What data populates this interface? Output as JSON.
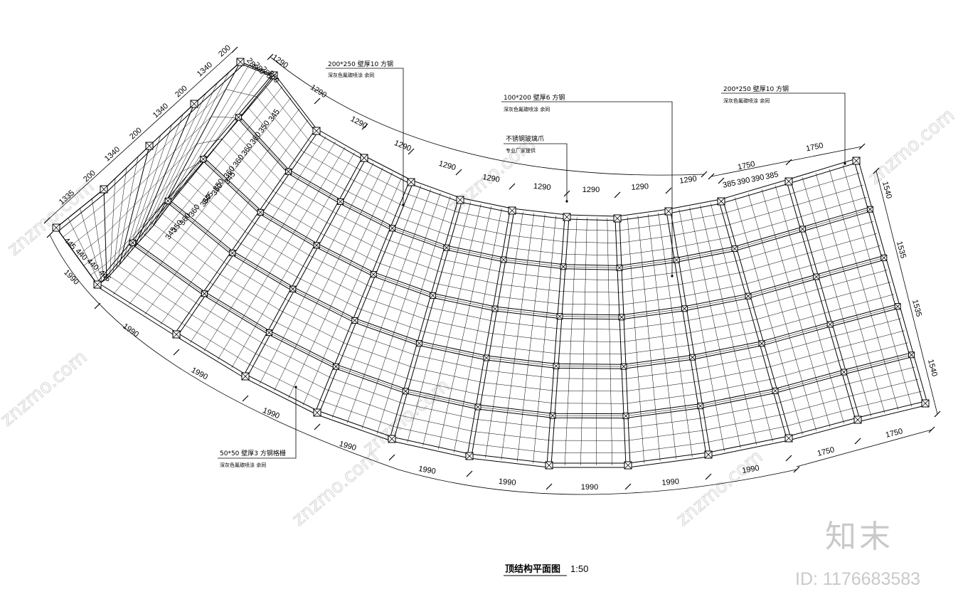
{
  "drawing": {
    "title": "顶结构平面图",
    "scale": "1:50",
    "brand_logo": "知末",
    "brand_id": "ID: 1176683583",
    "watermark_text": "znzmo.com",
    "colors": {
      "line": "#000000",
      "watermark": "#d6d6d6",
      "background": "#ffffff"
    }
  },
  "annotations": {
    "main_beam_left": {
      "spec": "200*250  壁厚10  方钢",
      "finish": "深灰色氟碳喷涂  余同"
    },
    "secondary_beam": {
      "spec": "100*200  壁厚6  方钢",
      "finish": "深灰色氟碳喷涂  余同"
    },
    "glass_clamp": {
      "spec": "不锈钢玻璃爪",
      "supplier": "专业厂家提供"
    },
    "main_beam_right": {
      "spec": "200*250  壁厚10  方钢",
      "finish": "深灰色氟碳喷涂  余同"
    },
    "grille": {
      "spec": "50*50  壁厚3  方钢格栅",
      "finish": "深灰色氟碳喷涂  余同"
    }
  },
  "dimensions": {
    "left_outer": [
      "200",
      "1340",
      "200",
      "1340",
      "200",
      "1340",
      "200",
      "1335"
    ],
    "top_inner": [
      "1290",
      "1290",
      "1290",
      "1290",
      "1290",
      "1290",
      "1290",
      "1290",
      "1290",
      "1290"
    ],
    "top_right": [
      "1750",
      "1750"
    ],
    "top_sub": [
      "280",
      "280",
      "280",
      "280"
    ],
    "right_sub": [
      "385",
      "390",
      "390",
      "385"
    ],
    "grid_sub_upper": [
      "345",
      "350",
      "360",
      "360",
      "360",
      "350",
      "345"
    ],
    "grid_sub_lower": [
      "345",
      "350",
      "360",
      "360",
      "360",
      "360",
      "350",
      "345"
    ],
    "left_bottom_sub": [
      "445",
      "440",
      "440",
      "445"
    ],
    "right_side": [
      "1540",
      "1535",
      "1535",
      "1540"
    ],
    "bottom_outer": [
      "1990",
      "1990",
      "1990",
      "1990",
      "1990",
      "1990",
      "1990",
      "1990",
      "1990",
      "1990"
    ],
    "bottom_right": [
      "1750",
      "1750"
    ]
  }
}
